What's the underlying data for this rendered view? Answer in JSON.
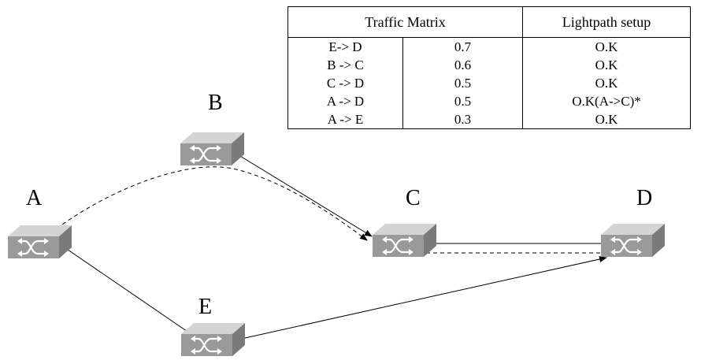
{
  "table": {
    "header_traffic": "Traffic Matrix",
    "header_lightpath": "Lightpath setup",
    "rows": [
      {
        "pair": "E-> D",
        "value": "0.7",
        "status": "O.K"
      },
      {
        "pair": "B -> C",
        "value": "0.6",
        "status": "O.K"
      },
      {
        "pair": "C -> D",
        "value": "0.5",
        "status": "O.K"
      },
      {
        "pair": "A -> D",
        "value": "0.5",
        "status": "O.K(A->C)*"
      },
      {
        "pair": "A -> E",
        "value": "0.3",
        "status": "O.K"
      }
    ]
  },
  "nodes": {
    "A": "A",
    "B": "B",
    "C": "C",
    "D": "D",
    "E": "E"
  },
  "colors": {
    "switch_front": "#9a9a9a",
    "switch_top": "#d4d4d4",
    "switch_side": "#7a7a7a",
    "line": "#000000"
  },
  "icons": {
    "switch": "network-switch-icon"
  }
}
